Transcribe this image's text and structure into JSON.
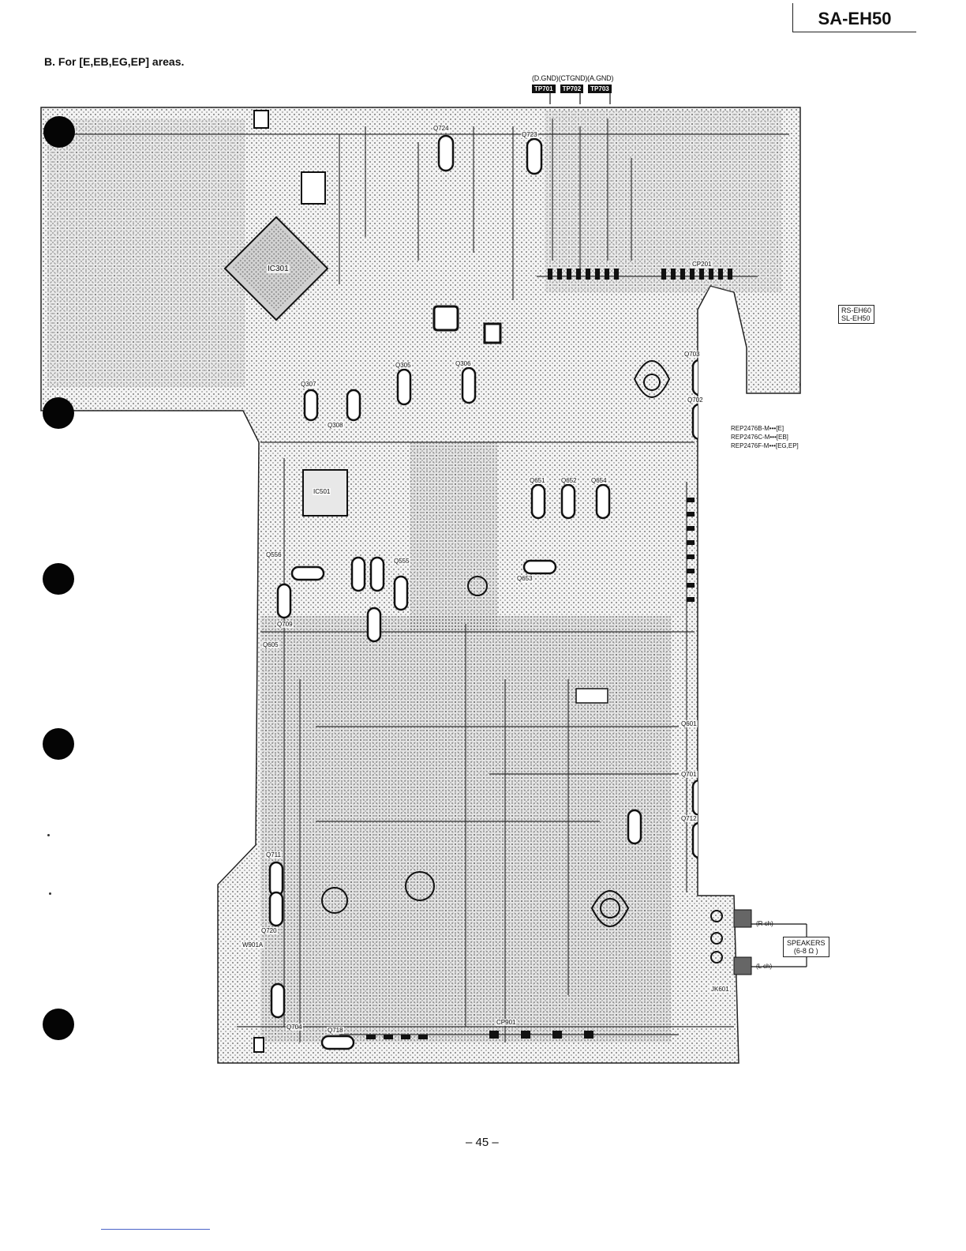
{
  "header": {
    "model": "SA-EH50",
    "section_title": "B. For [E,EB,EG,EP] areas."
  },
  "test_points": {
    "signal_labels": "(D.GND)(CTGND)(A.GND)",
    "items": [
      "TP701",
      "TP702",
      "TP703"
    ]
  },
  "side_box": {
    "line1": "RS-EH60",
    "line2": "SL-EH50"
  },
  "board_refs": [
    "REP2476B-M•••[E]",
    "REP2476C-M•••[EB]",
    "REP2476F-M•••[EG,EP]"
  ],
  "speakers": {
    "line1": "SPEAKERS",
    "line2": "(6-8 Ω )",
    "right_channel": "(R ch)",
    "left_channel": "(L ch)"
  },
  "component_labels": {
    "ic301": "IC301",
    "ic501": "IC501",
    "q724": "Q724",
    "q723": "Q723",
    "q305": "Q305",
    "q306": "Q306",
    "q307": "Q307",
    "q308": "Q308",
    "q703": "Q703",
    "q702": "Q702",
    "q651": "Q651",
    "q652": "Q652",
    "q654": "Q654",
    "q556": "Q556",
    "q555": "Q555",
    "q653": "Q653",
    "q709": "Q709",
    "q605": "Q605",
    "q601": "Q601",
    "q701": "Q701",
    "q712": "Q712",
    "q711": "Q711",
    "q720": "Q720",
    "q704": "Q704",
    "q718": "Q718",
    "w901a": "W901A",
    "jk601": "JK601",
    "cp901": "CP901",
    "cp201": "CP201"
  },
  "page_number": "– 45 –"
}
